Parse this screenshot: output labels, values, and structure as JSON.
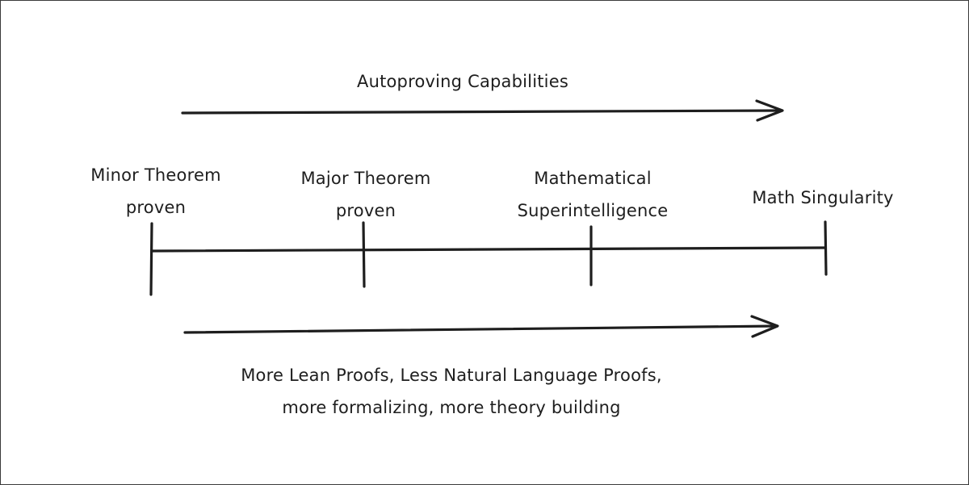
{
  "top_arrow": {
    "label": "Autoproving Capabilities"
  },
  "timeline": {
    "milestones": [
      {
        "line1": "Minor Theorem",
        "line2": "proven"
      },
      {
        "line1": "Major Theorem",
        "line2": "proven"
      },
      {
        "line1": "Mathematical",
        "line2": "Superintelligence"
      },
      {
        "line1": "Math Singularity",
        "line2": ""
      }
    ]
  },
  "bottom_arrow": {
    "line1": "More Lean Proofs, Less Natural Language Proofs,",
    "line2": "more formalizing, more theory building"
  },
  "colors": {
    "stroke": "#1e1e1e",
    "background": "#ffffff"
  }
}
